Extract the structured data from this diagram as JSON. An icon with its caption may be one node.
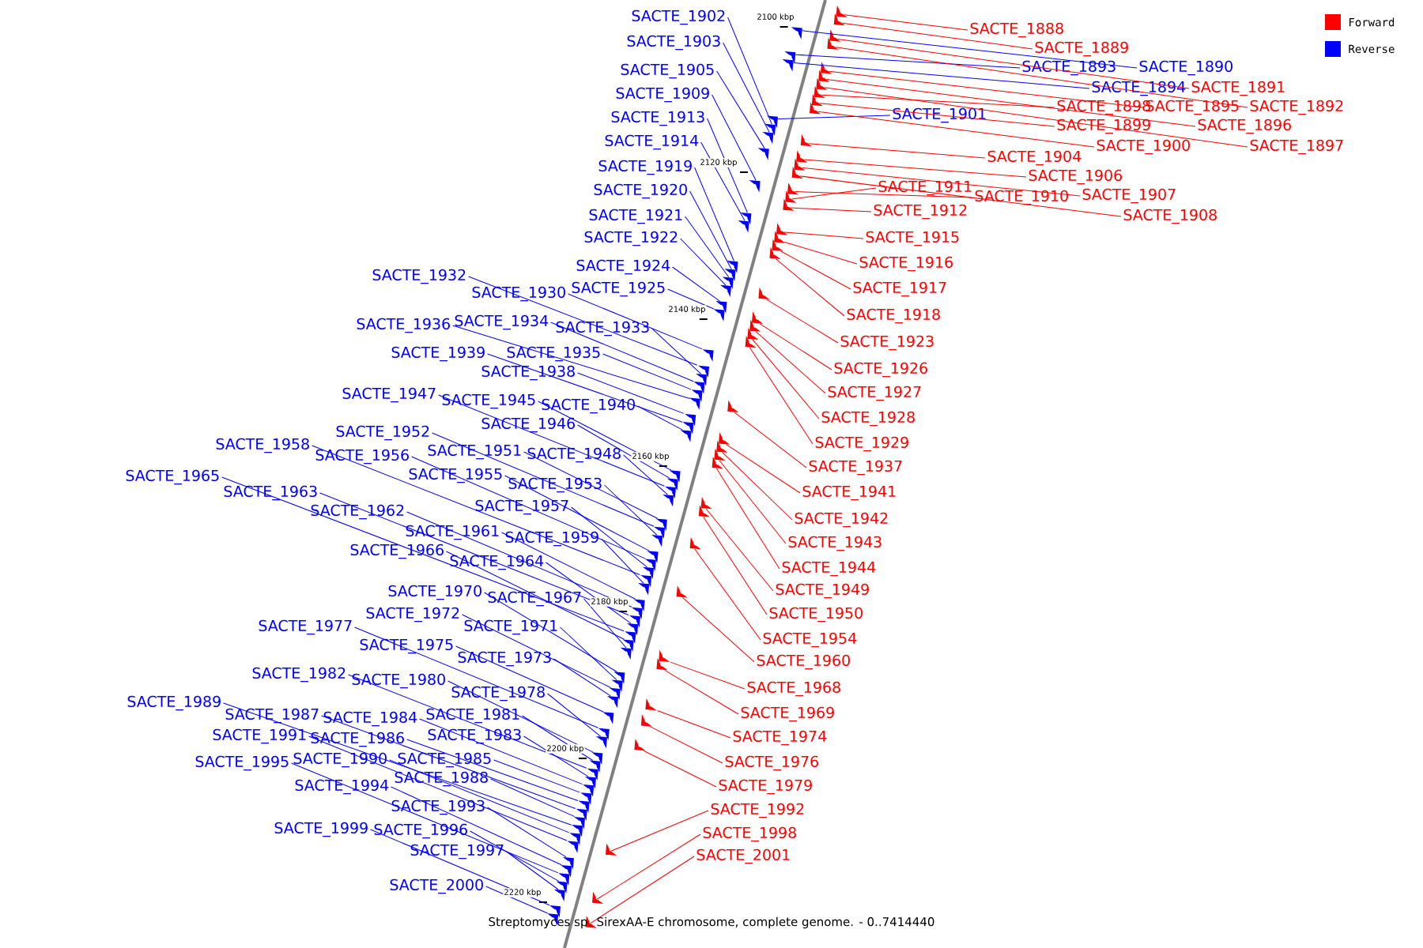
{
  "diagram": {
    "caption": "Streptomyces sp. SirexAA-E chromosome, complete genome. - 0..7414440",
    "nodes": [
      {
        "text": [
          "SACTE_1888"
        ]
      },
      {
        "text": [
          "SACTE_1889"
        ]
      },
      {
        "text": [
          "SACTE_1893"
        ]
      },
      {
        "text": [
          "SACTE_1890"
        ]
      },
      {
        "text": [
          "SACTE_1894"
        ]
      },
      {
        "text": [
          "SACTE_1891"
        ]
      },
      {
        "text": [
          "SACTE_1898"
        ]
      },
      {
        "text": [
          "SACTE_1895"
        ]
      },
      {
        "text": [
          "SACTE_1892"
        ]
      },
      {
        "text": [
          "SACTE_1901"
        ]
      },
      {
        "text": [
          "SACTE_1899"
        ]
      },
      {
        "text": [
          "SACTE_1896"
        ]
      },
      {
        "text": [
          "SACTE_1900"
        ]
      },
      {
        "text": [
          "SACTE_1897"
        ]
      },
      {
        "text": [
          "SACTE_1904"
        ]
      },
      {
        "text": [
          "SACTE_1906"
        ]
      },
      {
        "text": [
          "SACTE_1911"
        ]
      },
      {
        "text": [
          "SACTE_1910"
        ]
      },
      {
        "text": [
          "SACTE_1907"
        ]
      },
      {
        "text": [
          "SACTE_1912"
        ]
      },
      {
        "text": [
          "SACTE_1908"
        ]
      },
      {
        "text": [
          "SACTE_1915"
        ]
      },
      {
        "text": [
          "SACTE_1916"
        ]
      },
      {
        "text": [
          "SACTE_1917"
        ]
      },
      {
        "text": [
          "SACTE_1918"
        ]
      },
      {
        "text": [
          "SACTE_1923"
        ]
      },
      {
        "text": [
          "SACTE_1926"
        ]
      },
      {
        "text": [
          "SACTE_1927"
        ]
      },
      {
        "text": [
          "SACTE_1928"
        ]
      },
      {
        "text": [
          "SACTE_1929"
        ]
      },
      {
        "text": [
          "SACTE_1937"
        ]
      },
      {
        "text": [
          "SACTE_1941"
        ]
      },
      {
        "text": [
          "SACTE_1942"
        ]
      },
      {
        "text": [
          "SACTE_1943"
        ]
      },
      {
        "text": [
          "SACTE_1944"
        ]
      },
      {
        "text": [
          "SACTE_1949"
        ]
      },
      {
        "text": [
          "SACTE_1950"
        ]
      },
      {
        "text": [
          "SACTE_1954"
        ]
      },
      {
        "text": [
          "SACTE_1960"
        ]
      },
      {
        "text": [
          "SACTE_1968"
        ]
      },
      {
        "text": [
          "SACTE_1969"
        ]
      },
      {
        "text": [
          "SACTE_1974"
        ]
      },
      {
        "text": [
          "SACTE_1976"
        ]
      },
      {
        "text": [
          "SACTE_1979"
        ]
      },
      {
        "text": [
          "SACTE_1992"
        ]
      },
      {
        "text": [
          "SACTE_1998"
        ]
      },
      {
        "text": [
          "SACTE_2001"
        ]
      },
      {
        "text": [
          "SACTE_1902"
        ]
      },
      {
        "text": [
          "SACTE_1903"
        ]
      },
      {
        "text": [
          "SACTE_1905"
        ]
      },
      {
        "text": [
          "SACTE_1909"
        ]
      },
      {
        "text": [
          "SACTE_1913"
        ]
      },
      {
        "text": [
          "SACTE_1914"
        ]
      },
      {
        "text": [
          "SACTE_1919"
        ]
      },
      {
        "text": [
          "SACTE_1920"
        ]
      },
      {
        "text": [
          "SACTE_1921"
        ]
      },
      {
        "text": [
          "SACTE_1922"
        ]
      },
      {
        "text": [
          "SACTE_1924"
        ]
      },
      {
        "text": [
          "SACTE_1932"
        ]
      },
      {
        "text": [
          "SACTE_1930"
        ]
      },
      {
        "text": [
          "SACTE_1925"
        ]
      },
      {
        "text": [
          "SACTE_1936"
        ]
      },
      {
        "text": [
          "SACTE_1934"
        ]
      },
      {
        "text": [
          "SACTE_1933"
        ]
      },
      {
        "text": [
          "SACTE_1939"
        ]
      },
      {
        "text": [
          "SACTE_1935"
        ]
      },
      {
        "text": [
          "SACTE_1938"
        ]
      },
      {
        "text": [
          "SACTE_1947"
        ]
      },
      {
        "text": [
          "SACTE_1945"
        ]
      },
      {
        "text": [
          "SACTE_1940"
        ]
      },
      {
        "text": [
          "SACTE_1946"
        ]
      },
      {
        "text": [
          "SACTE_1952"
        ]
      },
      {
        "text": [
          "SACTE_1958"
        ]
      },
      {
        "text": [
          "SACTE_1951"
        ]
      },
      {
        "text": [
          "SACTE_1948"
        ]
      },
      {
        "text": [
          "SACTE_1956"
        ]
      },
      {
        "text": [
          "SACTE_1955"
        ]
      },
      {
        "text": [
          "SACTE_1965"
        ]
      },
      {
        "text": [
          "SACTE_1953"
        ]
      },
      {
        "text": [
          "SACTE_1963"
        ]
      },
      {
        "text": [
          "SACTE_1957"
        ]
      },
      {
        "text": [
          "SACTE_1962"
        ]
      },
      {
        "text": [
          "SACTE_1961"
        ]
      },
      {
        "text": [
          "SACTE_1959"
        ]
      },
      {
        "text": [
          "SACTE_1966"
        ]
      },
      {
        "text": [
          "SACTE_1964"
        ]
      },
      {
        "text": [
          "SACTE_1970"
        ]
      },
      {
        "text": [
          "SACTE_1967"
        ]
      },
      {
        "text": [
          "SACTE_1972"
        ]
      },
      {
        "text": [
          "SACTE_1977"
        ]
      },
      {
        "text": [
          "SACTE_1971"
        ]
      },
      {
        "text": [
          "SACTE_1975"
        ]
      },
      {
        "text": [
          "SACTE_1973"
        ]
      },
      {
        "text": [
          "SACTE_1982"
        ]
      },
      {
        "text": [
          "SACTE_1980"
        ]
      },
      {
        "text": [
          "SACTE_1978"
        ]
      },
      {
        "text": [
          "SACTE_1989"
        ]
      },
      {
        "text": [
          "SACTE_1987"
        ]
      },
      {
        "text": [
          "SACTE_1981"
        ]
      },
      {
        "text": [
          "SACTE_1984"
        ]
      },
      {
        "text": [
          "SACTE_1991"
        ]
      },
      {
        "text": [
          "SACTE_1986"
        ]
      },
      {
        "text": [
          "SACTE_1983"
        ]
      },
      {
        "text": [
          "SACTE_1995"
        ]
      },
      {
        "text": [
          "SACTE_1990"
        ]
      },
      {
        "text": [
          "SACTE_1985"
        ]
      },
      {
        "text": [
          "SACTE_1988"
        ]
      },
      {
        "text": [
          "SACTE_1994"
        ]
      },
      {
        "text": [
          "SACTE_1993"
        ]
      },
      {
        "text": [
          "SACTE_1999"
        ]
      },
      {
        "text": [
          "SACTE_1996"
        ]
      },
      {
        "text": [
          "SACTE_1997"
        ]
      },
      {
        "text": [
          "SACTE_2000"
        ]
      },
      {
        "text": [],
        "shape": "arrow"
      },
      {
        "text": [],
        "shape": "arrow"
      },
      {
        "text": [],
        "shape": "arrow"
      },
      {
        "text": [],
        "shape": "arrow"
      },
      {
        "text": [],
        "shape": "arrow"
      },
      {
        "text": [],
        "shape": "arrow"
      },
      {
        "text": [],
        "shape": "arrow"
      },
      {
        "text": [],
        "shape": "arrow"
      },
      {
        "text": [],
        "shape": "arrow"
      },
      {
        "text": [],
        "shape": "arrow"
      },
      {
        "text": [],
        "shape": "arrow"
      },
      {
        "text": [],
        "shape": "arrow"
      },
      {
        "text": [],
        "shape": "arrow"
      },
      {
        "text": [],
        "shape": "arrow"
      },
      {
        "text": [],
        "shape": "arrow"
      },
      {
        "text": [],
        "shape": "arrow"
      },
      {
        "text": [],
        "shape": "arrow"
      },
      {
        "text": [],
        "shape": "arrow"
      },
      {
        "text": [],
        "shape": "arrow"
      },
      {
        "text": [],
        "shape": "arrow"
      },
      {
        "text": [],
        "shape": "arrow"
      },
      {
        "text": [],
        "shape": "arrow"
      },
      {
        "text": [],
        "shape": "arrow"
      },
      {
        "text": [],
        "shape": "arrow"
      },
      {
        "text": [],
        "shape": "arrow"
      },
      {
        "text": [],
        "shape": "arrow"
      },
      {
        "text": [],
        "shape": "arrow"
      },
      {
        "text": [],
        "shape": "arrow"
      },
      {
        "text": [],
        "shape": "arrow"
      },
      {
        "text": [],
        "shape": "arrow"
      },
      {
        "text": [],
        "shape": "arrow"
      },
      {
        "text": [],
        "shape": "arrow"
      },
      {
        "text": [],
        "shape": "arrow"
      },
      {
        "text": [],
        "shape": "arrow"
      },
      {
        "text": [],
        "shape": "arrow"
      },
      {
        "text": [],
        "shape": "arrow"
      },
      {
        "text": [],
        "shape": "arrow"
      },
      {
        "text": [],
        "shape": "arrow"
      },
      {
        "text": [],
        "shape": "arrow"
      },
      {
        "text": [],
        "shape": "arrow"
      },
      {
        "text": [],
        "shape": "arrow"
      },
      {
        "text": [],
        "shape": "arrow"
      },
      {
        "text": [],
        "shape": "arrow"
      },
      {
        "text": [],
        "shape": "arrow"
      },
      {
        "text": [],
        "shape": "arrow"
      },
      {
        "text": [],
        "shape": "arrow"
      },
      {
        "text": [],
        "shape": "arrow"
      },
      {
        "text": [],
        "shape": "arrow"
      },
      {
        "text": [],
        "shape": "arrow"
      },
      {
        "text": [],
        "shape": "arrow"
      },
      {
        "text": [],
        "shape": "arrow"
      },
      {
        "text": [],
        "shape": "arrow"
      },
      {
        "text": [],
        "shape": "arrow"
      },
      {
        "text": [],
        "shape": "arrow"
      },
      {
        "text": [],
        "shape": "arrow"
      },
      {
        "text": [],
        "shape": "arrow"
      },
      {
        "text": [],
        "shape": "arrow"
      },
      {
        "text": [],
        "shape": "arrow"
      },
      {
        "text": [],
        "shape": "arrow"
      },
      {
        "text": [],
        "shape": "arrow"
      },
      {
        "text": [],
        "shape": "arrow"
      },
      {
        "text": [],
        "shape": "arrow"
      },
      {
        "text": [],
        "shape": "arrow"
      },
      {
        "text": [],
        "shape": "arrow"
      },
      {
        "text": [],
        "shape": "arrow"
      },
      {
        "text": [],
        "shape": "arrow"
      },
      {
        "text": [],
        "shape": "arrow"
      },
      {
        "text": [],
        "shape": "arrow"
      },
      {
        "text": [],
        "shape": "arrow"
      },
      {
        "text": [],
        "shape": "arrow"
      },
      {
        "text": [],
        "shape": "arrow"
      },
      {
        "text": [],
        "shape": "arrow"
      },
      {
        "text": [],
        "shape": "arrow"
      },
      {
        "text": [],
        "shape": "arrow"
      },
      {
        "text": [],
        "shape": "arrow"
      },
      {
        "text": [],
        "shape": "arrow"
      },
      {
        "text": [],
        "shape": "arrow"
      },
      {
        "text": [],
        "shape": "arrow"
      },
      {
        "text": [],
        "shape": "arrow"
      },
      {
        "text": [],
        "shape": "arrow"
      },
      {
        "text": [],
        "shape": "arrow"
      },
      {
        "text": [],
        "shape": "arrow"
      },
      {
        "text": [],
        "shape": "arrow"
      },
      {
        "text": [],
        "shape": "arrow"
      },
      {
        "text": [],
        "shape": "arrow"
      },
      {
        "text": [],
        "shape": "arrow"
      },
      {
        "text": [],
        "shape": "arrow"
      },
      {
        "text": [],
        "shape": "arrow"
      },
      {
        "text": [],
        "shape": "arrow"
      },
      {
        "text": [],
        "shape": "arrow"
      },
      {
        "text": [],
        "shape": "arrow"
      },
      {
        "text": [],
        "shape": "arrow"
      },
      {
        "text": [],
        "shape": "arrow"
      },
      {
        "text": [],
        "shape": "arrow"
      },
      {
        "text": [],
        "shape": "arrow"
      },
      {
        "text": [],
        "shape": "arrow"
      },
      {
        "text": [],
        "shape": "arrow"
      },
      {
        "text": [],
        "shape": "arrow"
      },
      {
        "text": [],
        "shape": "arrow"
      },
      {
        "text": [],
        "shape": "arrow"
      },
      {
        "text": [],
        "shape": "arrow"
      },
      {
        "text": [],
        "shape": "arrow"
      },
      {
        "text": [],
        "shape": "arrow"
      },
      {
        "text": [],
        "shape": "arrow"
      },
      {
        "text": [],
        "shape": "arrow"
      },
      {
        "text": [],
        "shape": "arrow"
      },
      {
        "text": [],
        "shape": "arrow"
      },
      {
        "text": [],
        "shape": "arrow"
      },
      {
        "text": [],
        "shape": "arrow"
      },
      {
        "text": [],
        "shape": "arrow"
      },
      {
        "text": [],
        "shape": "arrow"
      },
      {
        "text": [],
        "shape": "arrow"
      },
      {
        "text": [],
        "shape": "arrow"
      }
    ],
    "edges": [
      {
        "from": 0,
        "to": 113,
        "arrow": "none",
        "color": "#ff0000"
      },
      {
        "from": 1,
        "to": 114,
        "arrow": "none",
        "color": "#ff0000"
      },
      {
        "from": 2,
        "to": 118,
        "arrow": "none",
        "color": "#0000ff"
      },
      {
        "from": 3,
        "to": 115,
        "arrow": "none",
        "color": "#0000ff"
      },
      {
        "from": 4,
        "to": 119,
        "arrow": "none",
        "color": "#0000ff"
      },
      {
        "from": 5,
        "to": 116,
        "arrow": "none",
        "color": "#ff0000"
      },
      {
        "from": 6,
        "to": 123,
        "arrow": "none",
        "color": "#ff0000"
      },
      {
        "from": 7,
        "to": 120,
        "arrow": "none",
        "color": "#ff0000"
      },
      {
        "from": 8,
        "to": 117,
        "arrow": "none",
        "color": "#ff0000"
      },
      {
        "from": 9,
        "to": 126,
        "arrow": "none",
        "color": "#0000ff"
      },
      {
        "from": 10,
        "to": 124,
        "arrow": "none",
        "color": "#ff0000"
      },
      {
        "from": 11,
        "to": 121,
        "arrow": "none",
        "color": "#ff0000"
      },
      {
        "from": 12,
        "to": 125,
        "arrow": "none",
        "color": "#ff0000"
      },
      {
        "from": 13,
        "to": 122,
        "arrow": "none",
        "color": "#ff0000"
      },
      {
        "from": 14,
        "to": 129,
        "arrow": "none",
        "color": "#ff0000"
      },
      {
        "from": 15,
        "to": 131,
        "arrow": "none",
        "color": "#ff0000"
      },
      {
        "from": 16,
        "to": 136,
        "arrow": "none",
        "color": "#ff0000"
      },
      {
        "from": 17,
        "to": 135,
        "arrow": "none",
        "color": "#ff0000"
      },
      {
        "from": 18,
        "to": 132,
        "arrow": "none",
        "color": "#ff0000"
      },
      {
        "from": 19,
        "to": 137,
        "arrow": "none",
        "color": "#ff0000"
      },
      {
        "from": 20,
        "to": 133,
        "arrow": "none",
        "color": "#ff0000"
      },
      {
        "from": 21,
        "to": 140,
        "arrow": "none",
        "color": "#ff0000"
      },
      {
        "from": 22,
        "to": 141,
        "arrow": "none",
        "color": "#ff0000"
      },
      {
        "from": 23,
        "to": 142,
        "arrow": "none",
        "color": "#ff0000"
      },
      {
        "from": 24,
        "to": 143,
        "arrow": "none",
        "color": "#ff0000"
      },
      {
        "from": 25,
        "to": 148,
        "arrow": "none",
        "color": "#ff0000"
      },
      {
        "from": 26,
        "to": 151,
        "arrow": "none",
        "color": "#ff0000"
      },
      {
        "from": 27,
        "to": 152,
        "arrow": "none",
        "color": "#ff0000"
      },
      {
        "from": 28,
        "to": 153,
        "arrow": "none",
        "color": "#ff0000"
      },
      {
        "from": 29,
        "to": 154,
        "arrow": "none",
        "color": "#ff0000"
      },
      {
        "from": 30,
        "to": 161,
        "arrow": "none",
        "color": "#ff0000"
      },
      {
        "from": 31,
        "to": 165,
        "arrow": "none",
        "color": "#ff0000"
      },
      {
        "from": 32,
        "to": 166,
        "arrow": "none",
        "color": "#ff0000"
      },
      {
        "from": 33,
        "to": 167,
        "arrow": "none",
        "color": "#ff0000"
      },
      {
        "from": 34,
        "to": 168,
        "arrow": "none",
        "color": "#ff0000"
      },
      {
        "from": 35,
        "to": 173,
        "arrow": "none",
        "color": "#ff0000"
      },
      {
        "from": 36,
        "to": 174,
        "arrow": "none",
        "color": "#ff0000"
      },
      {
        "from": 37,
        "to": 178,
        "arrow": "none",
        "color": "#ff0000"
      },
      {
        "from": 38,
        "to": 184,
        "arrow": "none",
        "color": "#ff0000"
      },
      {
        "from": 39,
        "to": 192,
        "arrow": "none",
        "color": "#ff0000"
      },
      {
        "from": 40,
        "to": 193,
        "arrow": "none",
        "color": "#ff0000"
      },
      {
        "from": 41,
        "to": 198,
        "arrow": "none",
        "color": "#ff0000"
      },
      {
        "from": 42,
        "to": 200,
        "arrow": "none",
        "color": "#ff0000"
      },
      {
        "from": 43,
        "to": 203,
        "arrow": "none",
        "color": "#ff0000"
      },
      {
        "from": 44,
        "to": 216,
        "arrow": "none",
        "color": "#ff0000"
      },
      {
        "from": 45,
        "to": 222,
        "arrow": "none",
        "color": "#ff0000"
      },
      {
        "from": 46,
        "to": 225,
        "arrow": "none",
        "color": "#ff0000"
      },
      {
        "from": 47,
        "to": 127,
        "arrow": "none",
        "color": "#0000ff"
      },
      {
        "from": 48,
        "to": 128,
        "arrow": "none",
        "color": "#0000ff"
      },
      {
        "from": 49,
        "to": 130,
        "arrow": "none",
        "color": "#0000ff"
      },
      {
        "from": 50,
        "to": 134,
        "arrow": "none",
        "color": "#0000ff"
      },
      {
        "from": 51,
        "to": 138,
        "arrow": "none",
        "color": "#0000ff"
      },
      {
        "from": 52,
        "to": 139,
        "arrow": "none",
        "color": "#0000ff"
      },
      {
        "from": 53,
        "to": 144,
        "arrow": "none",
        "color": "#0000ff"
      },
      {
        "from": 54,
        "to": 145,
        "arrow": "none",
        "color": "#0000ff"
      },
      {
        "from": 55,
        "to": 146,
        "arrow": "none",
        "color": "#0000ff"
      },
      {
        "from": 56,
        "to": 147,
        "arrow": "none",
        "color": "#0000ff"
      },
      {
        "from": 57,
        "to": 149,
        "arrow": "none",
        "color": "#0000ff"
      },
      {
        "from": 58,
        "to": 156,
        "arrow": "none",
        "color": "#0000ff"
      },
      {
        "from": 59,
        "to": 155,
        "arrow": "none",
        "color": "#0000ff"
      },
      {
        "from": 60,
        "to": 150,
        "arrow": "none",
        "color": "#0000ff"
      },
      {
        "from": 61,
        "to": 160,
        "arrow": "none",
        "color": "#0000ff"
      },
      {
        "from": 62,
        "to": 158,
        "arrow": "none",
        "color": "#0000ff"
      },
      {
        "from": 63,
        "to": 157,
        "arrow": "none",
        "color": "#0000ff"
      },
      {
        "from": 64,
        "to": 163,
        "arrow": "none",
        "color": "#0000ff"
      },
      {
        "from": 65,
        "to": 159,
        "arrow": "none",
        "color": "#0000ff"
      },
      {
        "from": 66,
        "to": 162,
        "arrow": "none",
        "color": "#0000ff"
      },
      {
        "from": 67,
        "to": 171,
        "arrow": "none",
        "color": "#0000ff"
      },
      {
        "from": 68,
        "to": 169,
        "arrow": "none",
        "color": "#0000ff"
      },
      {
        "from": 69,
        "to": 164,
        "arrow": "none",
        "color": "#0000ff"
      },
      {
        "from": 70,
        "to": 170,
        "arrow": "none",
        "color": "#0000ff"
      },
      {
        "from": 71,
        "to": 176,
        "arrow": "none",
        "color": "#0000ff"
      },
      {
        "from": 72,
        "to": 182,
        "arrow": "none",
        "color": "#0000ff"
      },
      {
        "from": 73,
        "to": 175,
        "arrow": "none",
        "color": "#0000ff"
      },
      {
        "from": 74,
        "to": 172,
        "arrow": "none",
        "color": "#0000ff"
      },
      {
        "from": 75,
        "to": 180,
        "arrow": "none",
        "color": "#0000ff"
      },
      {
        "from": 76,
        "to": 179,
        "arrow": "none",
        "color": "#0000ff"
      },
      {
        "from": 77,
        "to": 189,
        "arrow": "none",
        "color": "#0000ff"
      },
      {
        "from": 78,
        "to": 177,
        "arrow": "none",
        "color": "#0000ff"
      },
      {
        "from": 79,
        "to": 187,
        "arrow": "none",
        "color": "#0000ff"
      },
      {
        "from": 80,
        "to": 181,
        "arrow": "none",
        "color": "#0000ff"
      },
      {
        "from": 81,
        "to": 186,
        "arrow": "none",
        "color": "#0000ff"
      },
      {
        "from": 82,
        "to": 185,
        "arrow": "none",
        "color": "#0000ff"
      },
      {
        "from": 83,
        "to": 183,
        "arrow": "none",
        "color": "#0000ff"
      },
      {
        "from": 84,
        "to": 190,
        "arrow": "none",
        "color": "#0000ff"
      },
      {
        "from": 85,
        "to": 188,
        "arrow": "none",
        "color": "#0000ff"
      },
      {
        "from": 86,
        "to": 194,
        "arrow": "none",
        "color": "#0000ff"
      },
      {
        "from": 87,
        "to": 191,
        "arrow": "none",
        "color": "#0000ff"
      },
      {
        "from": 88,
        "to": 196,
        "arrow": "none",
        "color": "#0000ff"
      },
      {
        "from": 89,
        "to": 201,
        "arrow": "none",
        "color": "#0000ff"
      },
      {
        "from": 90,
        "to": 195,
        "arrow": "none",
        "color": "#0000ff"
      },
      {
        "from": 91,
        "to": 199,
        "arrow": "none",
        "color": "#0000ff"
      },
      {
        "from": 92,
        "to": 197,
        "arrow": "none",
        "color": "#0000ff"
      },
      {
        "from": 93,
        "to": 206,
        "arrow": "none",
        "color": "#0000ff"
      },
      {
        "from": 94,
        "to": 204,
        "arrow": "none",
        "color": "#0000ff"
      },
      {
        "from": 95,
        "to": 202,
        "arrow": "none",
        "color": "#0000ff"
      },
      {
        "from": 96,
        "to": 213,
        "arrow": "none",
        "color": "#0000ff"
      },
      {
        "from": 97,
        "to": 211,
        "arrow": "none",
        "color": "#0000ff"
      },
      {
        "from": 98,
        "to": 205,
        "arrow": "none",
        "color": "#0000ff"
      },
      {
        "from": 99,
        "to": 208,
        "arrow": "none",
        "color": "#0000ff"
      },
      {
        "from": 100,
        "to": 215,
        "arrow": "none",
        "color": "#0000ff"
      },
      {
        "from": 101,
        "to": 210,
        "arrow": "none",
        "color": "#0000ff"
      },
      {
        "from": 102,
        "to": 207,
        "arrow": "none",
        "color": "#0000ff"
      },
      {
        "from": 103,
        "to": 219,
        "arrow": "none",
        "color": "#0000ff"
      },
      {
        "from": 104,
        "to": 214,
        "arrow": "none",
        "color": "#0000ff"
      },
      {
        "from": 105,
        "to": 209,
        "arrow": "none",
        "color": "#0000ff"
      },
      {
        "from": 106,
        "to": 212,
        "arrow": "none",
        "color": "#0000ff"
      },
      {
        "from": 107,
        "to": 218,
        "arrow": "none",
        "color": "#0000ff"
      },
      {
        "from": 108,
        "to": 217,
        "arrow": "none",
        "color": "#0000ff"
      },
      {
        "from": 109,
        "to": 223,
        "arrow": "none",
        "color": "#0000ff"
      },
      {
        "from": 110,
        "to": 220,
        "arrow": "none",
        "color": "#0000ff"
      },
      {
        "from": 111,
        "to": 221,
        "arrow": "none",
        "color": "#0000ff"
      },
      {
        "from": 112,
        "to": 224,
        "arrow": "none",
        "color": "#0000ff"
      }
    ],
    "labels": [
      "2100 kbp",
      "2120 kbp",
      "2140 kbp",
      "2160 kbp",
      "2180 kbp",
      "2200 kbp",
      "2220 kbp"
    ],
    "legend": [
      {
        "text": "Forward",
        "color": "#ff0000"
      },
      {
        "text": "Reverse",
        "color": "#0000ff"
      }
    ]
  }
}
